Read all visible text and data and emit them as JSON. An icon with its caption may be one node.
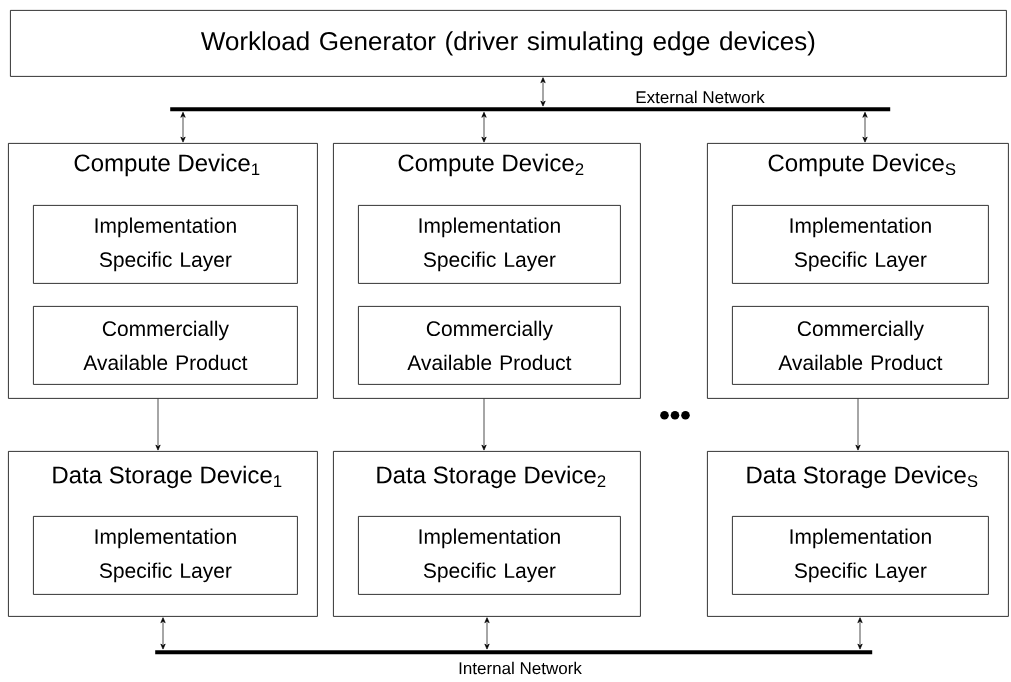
{
  "diagram": {
    "nodes": [
      {
        "text": [
          "Workload Generator (driver simulating edge devices)"
        ]
      },
      {
        "text": [],
        "shape": "bar",
        "beside": [
          "External Network"
        ]
      },
      {
        "text": [
          "Compute Device$_{1}$"
        ]
      },
      {
        "text": [
          "Implementation Specific Layer"
        ],
        "in": 2
      },
      {
        "text": [
          "Commercially Available Product"
        ],
        "in": 2
      },
      {
        "text": [
          "Compute Device$_{2}$"
        ]
      },
      {
        "text": [
          "Implementation Specific Layer"
        ],
        "in": 5
      },
      {
        "text": [
          "Commercially Available Product"
        ],
        "in": 5
      },
      {
        "text": [
          "Compute Device$_{S}$"
        ]
      },
      {
        "text": [
          "Implementation Specific Layer"
        ],
        "in": 8
      },
      {
        "text": [
          "Commercially Available Product"
        ],
        "in": 8
      },
      {
        "text": [
          "Data Storage Device$_{1}$"
        ]
      },
      {
        "text": [
          "Implementation Specific Layer"
        ],
        "in": 11
      },
      {
        "text": [
          "Data Storage Device$_{2}$"
        ]
      },
      {
        "text": [
          "Implementation Specific Layer"
        ],
        "in": 13
      },
      {
        "text": [
          "Data Storage Device$_{S}$"
        ]
      },
      {
        "text": [
          "Implementation Specific Layer"
        ],
        "in": 15
      },
      {
        "text": [],
        "shape": "bar",
        "beside": [
          "Internal Network"
        ]
      }
    ],
    "edges": [
      {
        "from": 0,
        "to": 1,
        "arrow": "both"
      },
      {
        "from": 1,
        "to": 2,
        "arrow": "both"
      },
      {
        "from": 1,
        "to": 5,
        "arrow": "both"
      },
      {
        "from": 1,
        "to": 8,
        "arrow": "both"
      },
      {
        "from": 2,
        "to": 11,
        "arrow": "to"
      },
      {
        "from": 5,
        "to": 13,
        "arrow": "to"
      },
      {
        "from": 8,
        "to": 15,
        "arrow": "to"
      },
      {
        "from": 11,
        "to": 17,
        "arrow": "both"
      },
      {
        "from": 13,
        "to": 17,
        "arrow": "both"
      },
      {
        "from": 15,
        "to": 17,
        "arrow": "both"
      }
    ],
    "labels": [
      "•••"
    ]
  }
}
